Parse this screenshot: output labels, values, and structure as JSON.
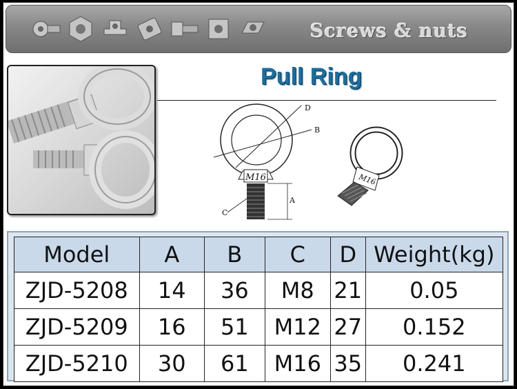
{
  "header": {
    "title": "Screws & nuts",
    "icons": [
      "socket-screw-icon",
      "flange-nut-icon",
      "t-nut-icon",
      "slot-nut-icon",
      "hammer-bolt-icon",
      "square-nut-icon",
      "slide-nut-icon"
    ]
  },
  "product": {
    "title": "Pull Ring",
    "photo_alt": "eye-bolt-photo"
  },
  "diagram": {
    "label_d": "D",
    "label_b": "B",
    "label_a": "A",
    "label_c": "C",
    "thread_mark": "M16"
  },
  "table": {
    "headers": [
      "Model",
      "A",
      "B",
      "C",
      "D",
      "Weight(kg)"
    ],
    "rows": [
      [
        "ZJD-5208",
        "14",
        "36",
        "M8",
        "21",
        "0.05"
      ],
      [
        "ZJD-5209",
        "16",
        "51",
        "M12",
        "27",
        "0.152"
      ],
      [
        "ZJD-5210",
        "30",
        "61",
        "M16",
        "35",
        "0.241"
      ]
    ]
  },
  "colors": {
    "title": "#1f6e9c",
    "header_bg": "#8a8a8a",
    "table_header_bg": "#c9d9ea"
  }
}
